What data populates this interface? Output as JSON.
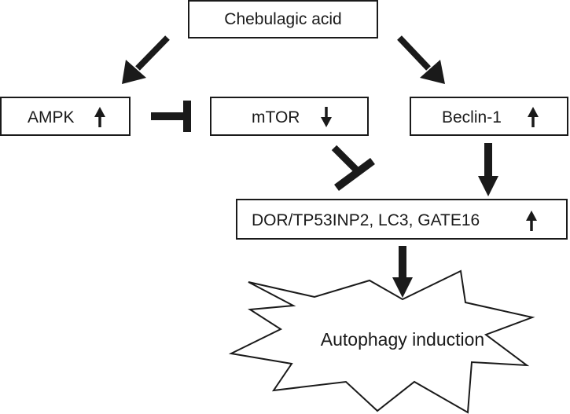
{
  "diagram": {
    "nodes": {
      "chebulagic": {
        "label": "Chebulagic acid"
      },
      "ampk": {
        "label": "AMPK",
        "change": "up"
      },
      "mtor": {
        "label": "mTOR",
        "change": "down"
      },
      "beclin": {
        "label": "Beclin-1",
        "change": "up"
      },
      "markers": {
        "label": "DOR/TP53INP2, LC3, GATE16",
        "change": "up"
      },
      "autophagy": {
        "label": "Autophagy induction"
      }
    },
    "edges": [
      {
        "from": "Chebulagic acid",
        "to": "AMPK",
        "kind": "activation"
      },
      {
        "from": "Chebulagic acid",
        "to": "Beclin-1",
        "kind": "activation"
      },
      {
        "from": "AMPK",
        "to": "mTOR",
        "kind": "inhibition"
      },
      {
        "from": "mTOR",
        "to": "DOR/TP53INP2, LC3, GATE16",
        "kind": "inhibition"
      },
      {
        "from": "Beclin-1",
        "to": "DOR/TP53INP2, LC3, GATE16",
        "kind": "activation"
      },
      {
        "from": "DOR/TP53INP2, LC3, GATE16",
        "to": "Autophagy induction",
        "kind": "activation"
      }
    ],
    "colors": {
      "stroke": "#1a1a1a",
      "background": "#ffffff"
    }
  }
}
